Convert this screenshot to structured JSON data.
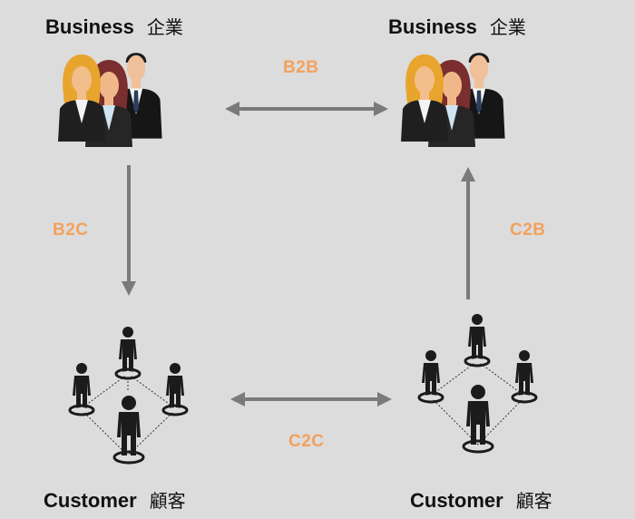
{
  "nodes": {
    "business_left": {
      "en": "Business",
      "ja": "企業"
    },
    "business_right": {
      "en": "Business",
      "ja": "企業"
    },
    "customer_left": {
      "en": "Customer",
      "ja": "顧客"
    },
    "customer_right": {
      "en": "Customer",
      "ja": "顧客"
    }
  },
  "edges": {
    "b2b": "B2B",
    "b2c": "B2C",
    "c2b": "C2B",
    "c2c": "C2C"
  },
  "colors": {
    "background": "#dcdcdc",
    "edge_label": "#f3a15c",
    "arrow": "#7a7a7a",
    "figure": "#1b1b1b"
  }
}
